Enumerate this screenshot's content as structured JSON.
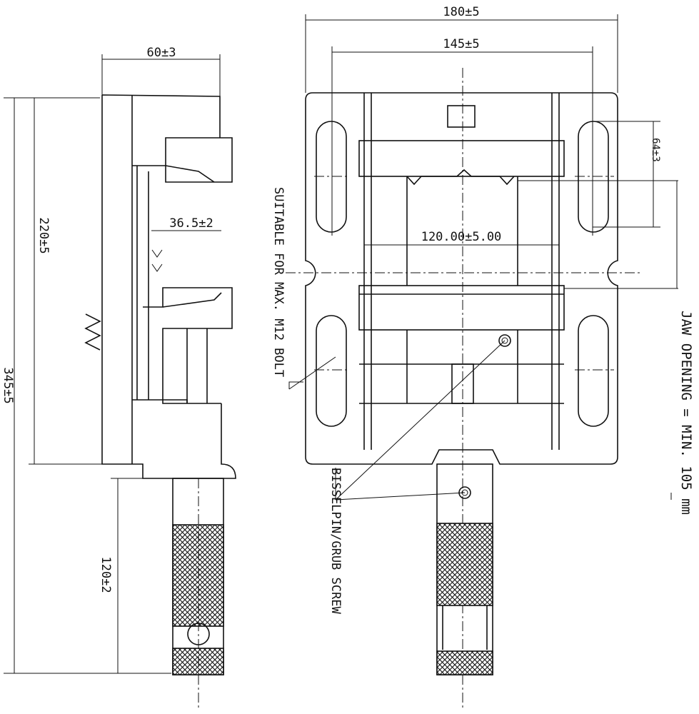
{
  "dimensions": {
    "overall_width": "180±5",
    "slot_spacing": "145±5",
    "side_depth": "60±3",
    "slot_length": "64±3",
    "body_length": "220±5",
    "overall_length": "345±5",
    "jaw_height": "36.5±2",
    "jaw_width": "120.00±5.00",
    "handle_length": "120±2"
  },
  "notes": {
    "bolt": "SUITABLE FOR MAX. M12 BOLT",
    "screw": "BISSELPIN/GRUB SCREW",
    "jaw_opening": "JAW OPENING = MIN. 105 mm"
  }
}
